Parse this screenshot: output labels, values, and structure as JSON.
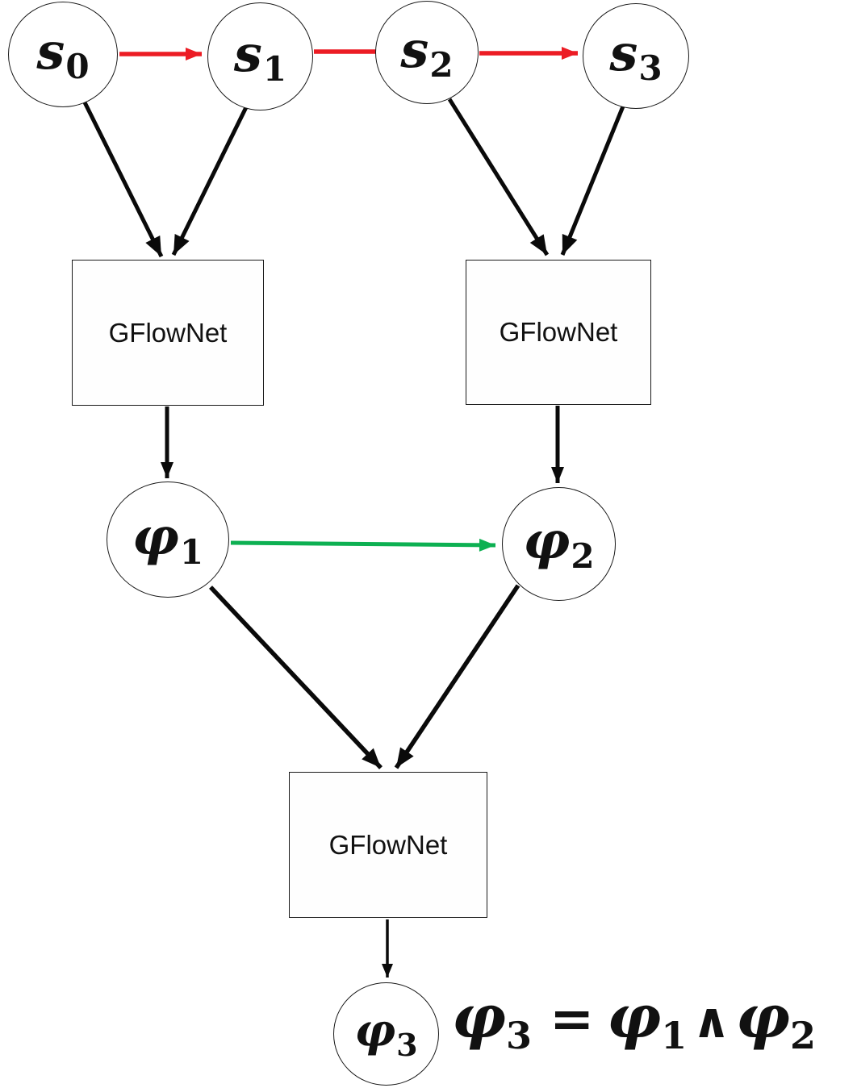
{
  "colors": {
    "edge_black": "#0a0a0a",
    "edge_red": "#EC1C24",
    "edge_green": "#0DB052",
    "node_border": "#1a1a1a"
  },
  "nodes": {
    "s0": {
      "main": "s",
      "sub": "0"
    },
    "s1": {
      "main": "s",
      "sub": "1"
    },
    "s2": {
      "main": "s",
      "sub": "2"
    },
    "s3": {
      "main": "s",
      "sub": "3"
    },
    "gflownet_left": {
      "label": "GFlowNet"
    },
    "gflownet_right": {
      "label": "GFlowNet"
    },
    "gflownet_bottom": {
      "label": "GFlowNet"
    },
    "phi1": {
      "main": "φ",
      "sub": "1"
    },
    "phi2": {
      "main": "φ",
      "sub": "2"
    },
    "phi3": {
      "main": "φ",
      "sub": "3"
    }
  },
  "formula": {
    "lhs_main": "φ",
    "lhs_sub": "3",
    "eq": "=",
    "a_main": "φ",
    "a_sub": "1",
    "op": "∧",
    "b_main": "φ",
    "b_sub": "2"
  }
}
